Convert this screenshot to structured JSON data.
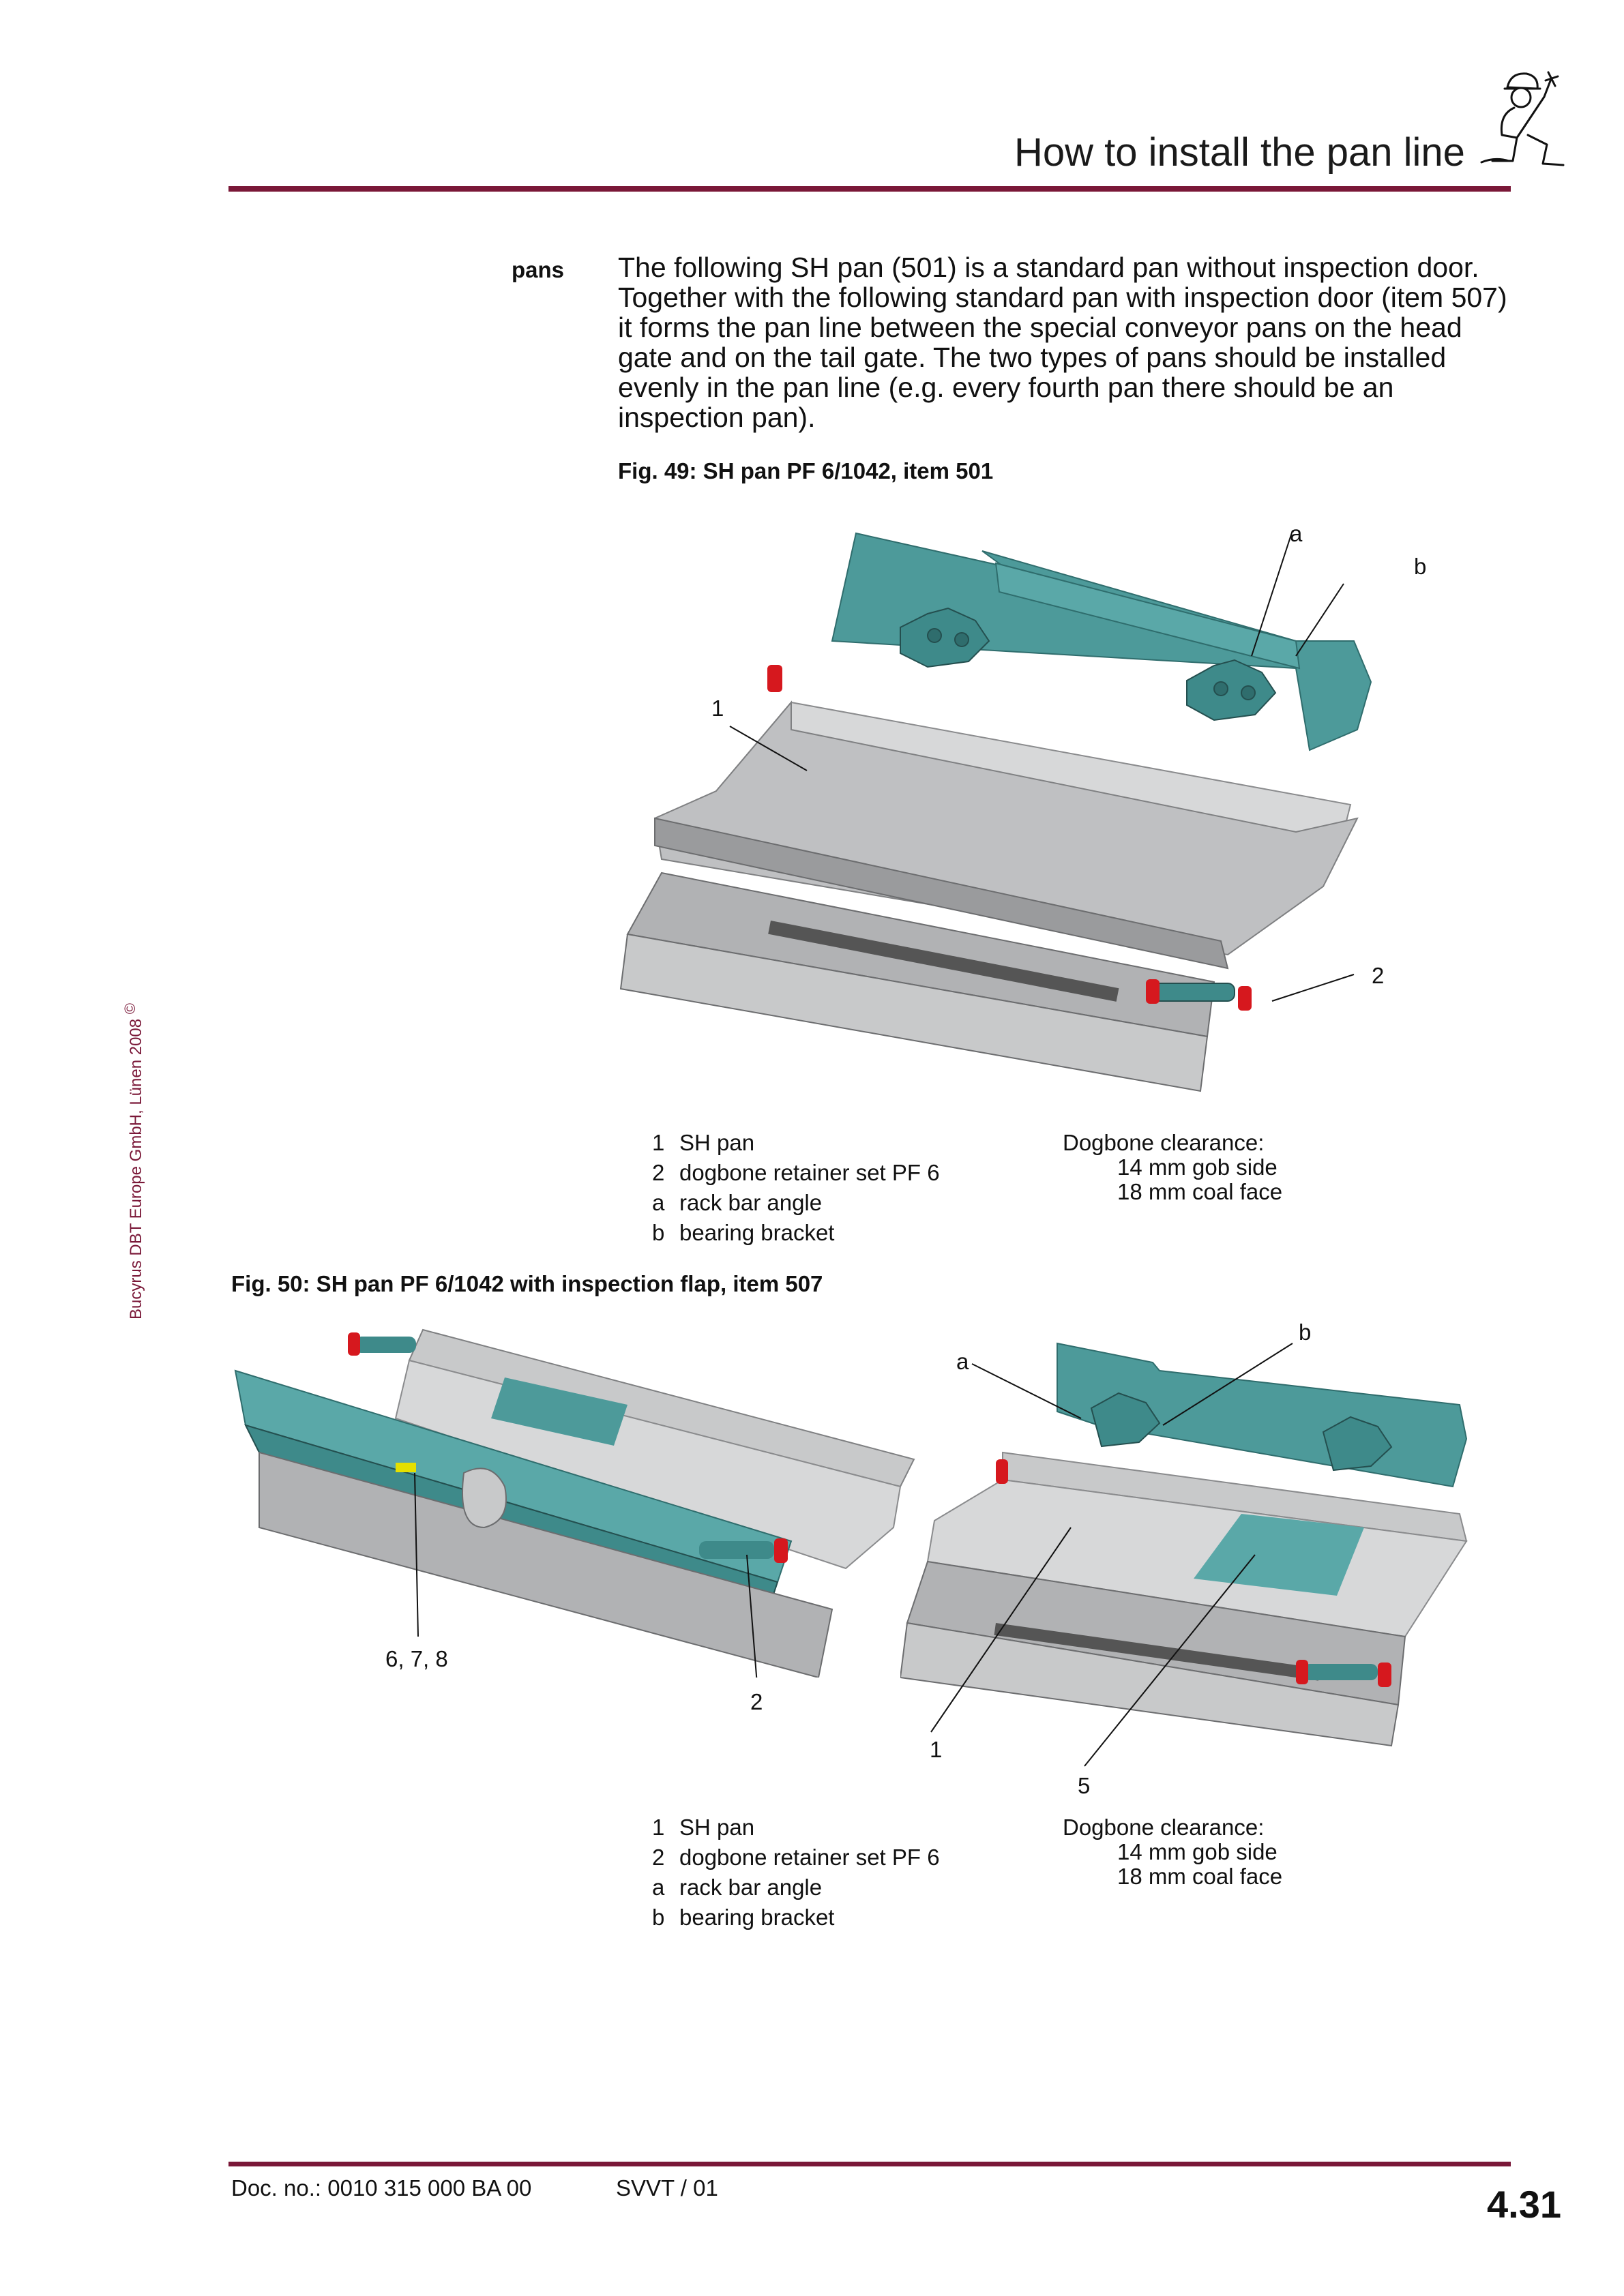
{
  "header": {
    "title": "How to install the pan line"
  },
  "copyright": {
    "text": "Bucyrus DBT Europe GmbH, Lünen 2008",
    "symbol": "©"
  },
  "section": {
    "label": "pans",
    "text": "The following SH pan (501) is a standard pan without inspection door. Together with the following standard pan with inspection door (item 507) it forms the pan line between the special conveyor pans on the head gate and on the tail gate. The two types of pans should be installed evenly in the pan line (e.g. every fourth pan there should be an inspection pan)."
  },
  "fig49": {
    "caption": "Fig. 49:  SH pan PF 6/1042, item 501",
    "callouts": {
      "a": "a",
      "b": "b",
      "one": "1",
      "two": "2"
    },
    "legend": [
      {
        "key": "1",
        "text": "SH pan"
      },
      {
        "key": "2",
        "text": "dogbone retainer set PF 6"
      },
      {
        "key": "a",
        "text": "rack bar angle"
      },
      {
        "key": "b",
        "text": "bearing bracket"
      }
    ],
    "clearance": {
      "title": "Dogbone clearance:",
      "lines": [
        "14 mm gob side",
        "18 mm coal face"
      ]
    }
  },
  "fig50": {
    "caption": "Fig. 50:  SH pan PF 6/1042 with inspection flap, item 507",
    "callouts": {
      "c678": "6, 7, 8",
      "two": "2",
      "a": "a",
      "b": "b",
      "one": "1",
      "five": "5"
    },
    "legend": [
      {
        "key": "1",
        "text": "SH pan"
      },
      {
        "key": "2",
        "text": "dogbone retainer set PF 6"
      },
      {
        "key": "a",
        "text": "rack bar angle"
      },
      {
        "key": "b",
        "text": "bearing bracket"
      }
    ],
    "clearance": {
      "title": "Dogbone clearance:",
      "lines": [
        "14 mm gob side",
        "18 mm coal face"
      ]
    }
  },
  "footer": {
    "doc_no": "Doc. no.: 0010 315 000 BA 00",
    "svvt": "SVVT / 01",
    "page": "4.31"
  },
  "colors": {
    "accent": "#7a1838",
    "pan_grey": "#a9aaac",
    "teal": "#3f8f8f",
    "retainer_red": "#d6181e"
  }
}
